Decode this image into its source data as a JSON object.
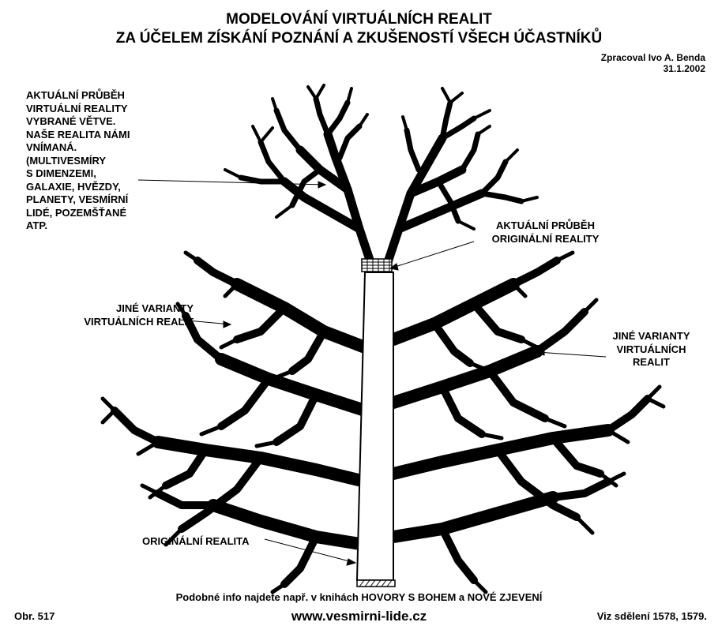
{
  "title": {
    "line1": "MODELOVÁNÍ VIRTUÁLNÍCH REALIT",
    "line2": "ZA ÚČELEM ZÍSKÁNÍ POZNÁNÍ A ZKUŠENOSTÍ VŠECH ÚČASTNÍKŮ"
  },
  "author": {
    "name": "Zpracoval Ivo A. Benda",
    "date": "31.1.2002"
  },
  "labels": {
    "current_virtual": [
      "AKTUÁLNÍ PRŮBĚH",
      "VIRTUÁLNÍ REALITY",
      "VYBRANÉ VĚTVE.",
      "NAŠE REALITA NÁMI",
      "VNÍMANÁ.",
      "(MULTIVESMÍRY",
      "S DIMENZEMI,",
      "GALAXIE, HVĚZDY,",
      "PLANETY, VESMÍRNÍ",
      "LIDÉ, POZEMŠŤANÉ",
      "ATP."
    ],
    "current_original": [
      "AKTUÁLNÍ  PRŮBĚH",
      "ORIGINÁLNÍ REALITY"
    ],
    "other_left": [
      "JINÉ VARIANTY",
      "VIRTUÁLNÍCH REALIT"
    ],
    "other_right": [
      "JINÉ VARIANTY",
      "VIRTUÁLNÍCH",
      "REALIT"
    ],
    "original": "ORIGINÁLNÍ REALITA"
  },
  "footer": {
    "info": "Podobné info najdete např. v knihách HOVORY S BOHEM a NOVÉ ZJEVENÍ",
    "figure": "Obr. 517",
    "website": "www.vesmirni-lide.cz",
    "messages": "Viz sdělení 1578, 1579."
  },
  "colors": {
    "ink": "#000000",
    "paper": "#ffffff"
  }
}
